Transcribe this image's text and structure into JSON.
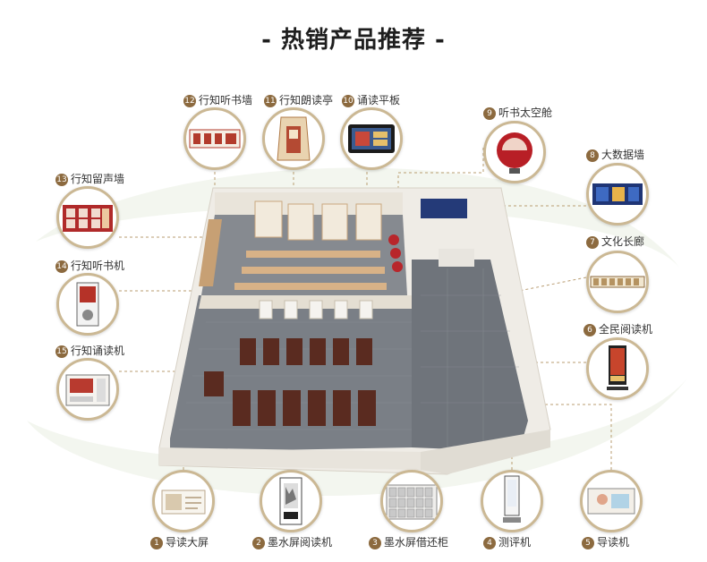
{
  "title": "- 热销产品推荐 -",
  "colors": {
    "accent": "#8c6a3f",
    "ring": "#cbb894",
    "floor": "#767b82",
    "wall": "#f0ece4",
    "wood": "#d9b48a",
    "desk": "#5a2b20"
  },
  "products": [
    {
      "num": "1",
      "name": "导读大屏",
      "icon": "info-screen-icon"
    },
    {
      "num": "2",
      "name": "墨水屏阅读机",
      "icon": "eink-reader-icon"
    },
    {
      "num": "3",
      "name": "墨水屏借还柜",
      "icon": "locker-cabinet-icon"
    },
    {
      "num": "4",
      "name": "测评机",
      "icon": "kiosk-stand-icon"
    },
    {
      "num": "5",
      "name": "导读机",
      "icon": "guide-screen-icon"
    },
    {
      "num": "6",
      "name": "全民阅读机",
      "icon": "reading-kiosk-icon"
    },
    {
      "num": "7",
      "name": "文化长廊",
      "icon": "culture-banner-icon"
    },
    {
      "num": "8",
      "name": "大数据墙",
      "icon": "data-wall-icon"
    },
    {
      "num": "9",
      "name": "听书太空舱",
      "icon": "audio-pod-icon"
    },
    {
      "num": "10",
      "name": "诵读平板",
      "icon": "tablet-icon"
    },
    {
      "num": "11",
      "name": "行知朗读亭",
      "icon": "reading-booth-icon"
    },
    {
      "num": "12",
      "name": "行知听书墙",
      "icon": "audio-wall-icon"
    },
    {
      "num": "13",
      "name": "行知留声墙",
      "icon": "voice-wall-icon"
    },
    {
      "num": "14",
      "name": "行知听书机",
      "icon": "audio-machine-icon"
    },
    {
      "num": "15",
      "name": "行知诵读机",
      "icon": "recitation-machine-icon"
    }
  ]
}
